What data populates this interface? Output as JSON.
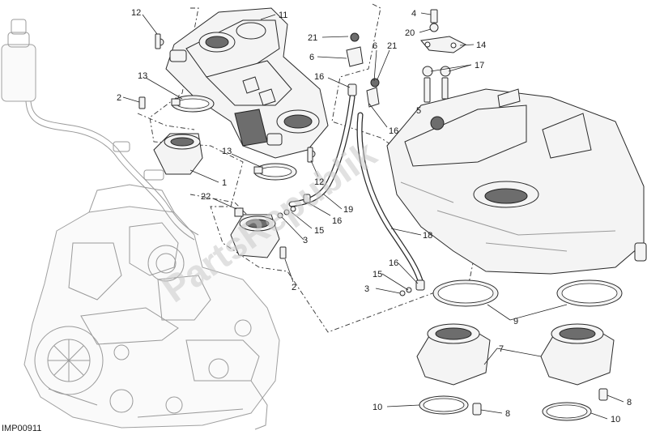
{
  "diagram": {
    "reference_code": "IMP00911",
    "watermark_text": "PartsRepublik",
    "callouts": [
      {
        "id": "c12a",
        "label": "12"
      },
      {
        "id": "c11",
        "label": "11"
      },
      {
        "id": "c13a",
        "label": "13"
      },
      {
        "id": "c2a",
        "label": "2"
      },
      {
        "id": "c1",
        "label": "1"
      },
      {
        "id": "c13b",
        "label": "13"
      },
      {
        "id": "c12b",
        "label": "12"
      },
      {
        "id": "c22",
        "label": "22"
      },
      {
        "id": "c2b",
        "label": "2"
      },
      {
        "id": "c21a",
        "label": "21"
      },
      {
        "id": "c6a",
        "label": "6"
      },
      {
        "id": "c6b",
        "label": "6"
      },
      {
        "id": "c21b",
        "label": "21"
      },
      {
        "id": "c16a",
        "label": "16"
      },
      {
        "id": "c16b",
        "label": "16"
      },
      {
        "id": "c19",
        "label": "19"
      },
      {
        "id": "c16c",
        "label": "16"
      },
      {
        "id": "c15a",
        "label": "15"
      },
      {
        "id": "c3a",
        "label": "3"
      },
      {
        "id": "c4",
        "label": "4"
      },
      {
        "id": "c20",
        "label": "20"
      },
      {
        "id": "c14",
        "label": "14"
      },
      {
        "id": "c17",
        "label": "17"
      },
      {
        "id": "c5",
        "label": "5"
      },
      {
        "id": "c18",
        "label": "18"
      },
      {
        "id": "c16d",
        "label": "16"
      },
      {
        "id": "c15b",
        "label": "15"
      },
      {
        "id": "c3b",
        "label": "3"
      },
      {
        "id": "c9",
        "label": "9"
      },
      {
        "id": "c7",
        "label": "7"
      },
      {
        "id": "c10a",
        "label": "10"
      },
      {
        "id": "c8a",
        "label": "8"
      },
      {
        "id": "c8b",
        "label": "8"
      },
      {
        "id": "c10b",
        "label": "10"
      }
    ]
  }
}
